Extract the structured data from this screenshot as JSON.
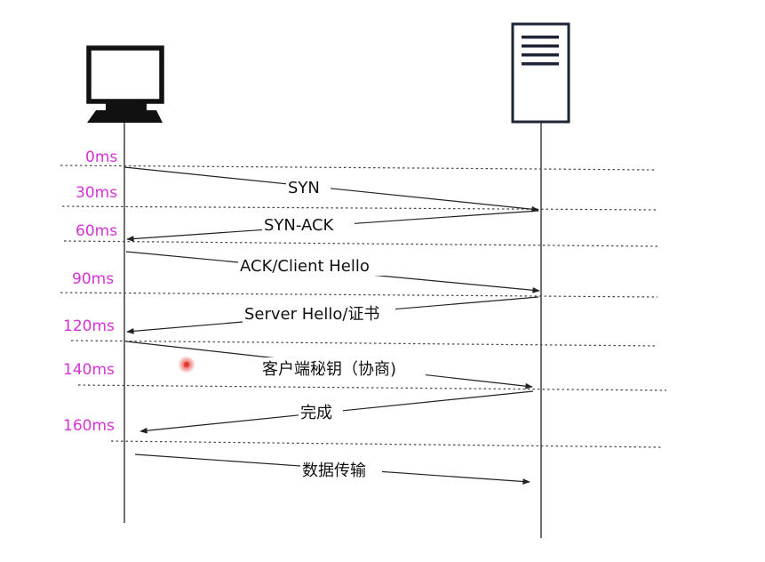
{
  "timeline": {
    "ticks": [
      {
        "label": "0ms"
      },
      {
        "label": "30ms"
      },
      {
        "label": "60ms"
      },
      {
        "label": "90ms"
      },
      {
        "label": "120ms"
      },
      {
        "label": "140ms"
      },
      {
        "label": "160ms"
      }
    ]
  },
  "messages": [
    {
      "label": "SYN",
      "direction": "client-to-server"
    },
    {
      "label": "SYN-ACK",
      "direction": "server-to-client"
    },
    {
      "label": "ACK/Client Hello",
      "direction": "client-to-server"
    },
    {
      "label": "Server Hello/证书",
      "direction": "server-to-client"
    },
    {
      "label": "客户端秘钥（协商)",
      "direction": "client-to-server"
    },
    {
      "label": "完成",
      "direction": "server-to-client"
    },
    {
      "label": "数据传输",
      "direction": "client-to-server"
    }
  ],
  "participants": [
    {
      "icon": "computer-icon"
    },
    {
      "icon": "server-icon"
    }
  ],
  "colors": {
    "time_label": "#d633d6",
    "line": "#222222",
    "cursor_dot": "#e53935"
  }
}
